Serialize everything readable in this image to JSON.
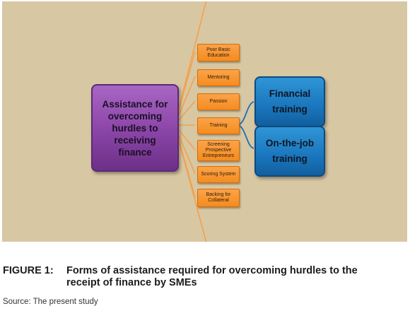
{
  "diagram": {
    "main_label": "Assistance for overcoming hurdles to receiving finance",
    "items": [
      {
        "label": "Poor Basic Education"
      },
      {
        "label": "Mentoring"
      },
      {
        "label": "Passion"
      },
      {
        "label": "Training"
      },
      {
        "label": "Screening Prospective Entrepreneurs"
      },
      {
        "label": "Scoring System"
      },
      {
        "label": "Backing for Collateral"
      }
    ],
    "training_children": [
      {
        "label": "Financial training"
      },
      {
        "label": "On-the-job training"
      }
    ],
    "colors": {
      "background": "#d8c7a3",
      "main_box": "#8a44a6",
      "item_box": "#f58c1e",
      "child_box": "#1a76bd",
      "orange_line": "#f4a14c",
      "blue_line": "#1f6fb2"
    }
  },
  "caption": {
    "label": "FIGURE 1:",
    "line1": "Forms of assistance required for overcoming hurdles to the",
    "line2": "receipt of finance by SMEs"
  },
  "source": "Source: The present study"
}
